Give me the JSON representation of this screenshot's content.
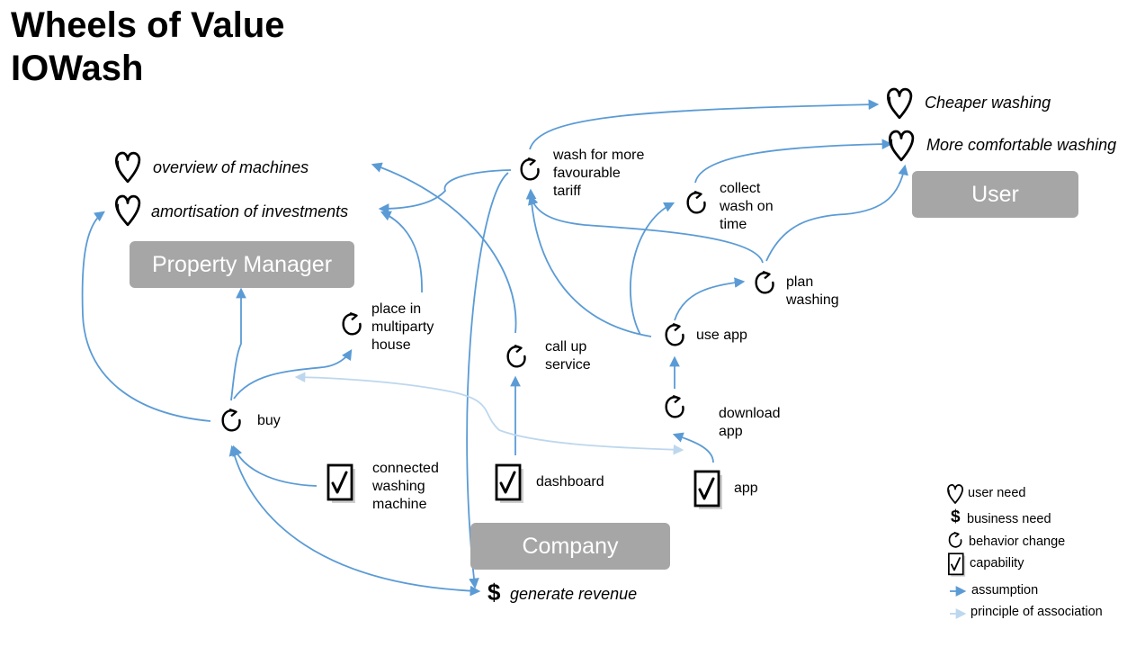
{
  "title": {
    "line1": "Wheels of Value",
    "line2": "IOWash"
  },
  "roles": {
    "property_manager": "Property Manager",
    "user": "User",
    "company": "Company"
  },
  "needs": {
    "cheaper_washing": "Cheaper washing",
    "more_comfortable_washing": "More comfortable washing",
    "overview_of_machines": "overview of machines",
    "amortisation_of_investments": "amortisation of investments",
    "generate_revenue": "generate revenue"
  },
  "behaviors": {
    "wash_tariff": "wash for more\nfavourable\ntariff",
    "collect_wash": "collect\nwash on\ntime",
    "plan_washing": "plan\nwashing",
    "use_app": "use app",
    "download_app": "download\napp",
    "call_up_service": "call up\nservice",
    "place_in_house": "place in\nmultiparty\nhouse",
    "buy": "buy"
  },
  "capabilities": {
    "connected_machine": "connected\nwashing\nmachine",
    "dashboard": "dashboard",
    "app": "app"
  },
  "legend": {
    "user_need": "user need",
    "business_need": "business need",
    "behavior_change": "behavior change",
    "capability": "capability",
    "assumption": "assumption",
    "principle_of_association": "principle of association"
  },
  "icons": {
    "user_need": "heart-icon",
    "business_need": "dollar-icon",
    "behavior_change": "cycle-arrow-icon",
    "capability": "checkbox-icon"
  },
  "colors": {
    "assumption_arrow": "#5b9bd5",
    "association_arrow": "#bdd7ee",
    "role_box": "#a6a6a6"
  }
}
